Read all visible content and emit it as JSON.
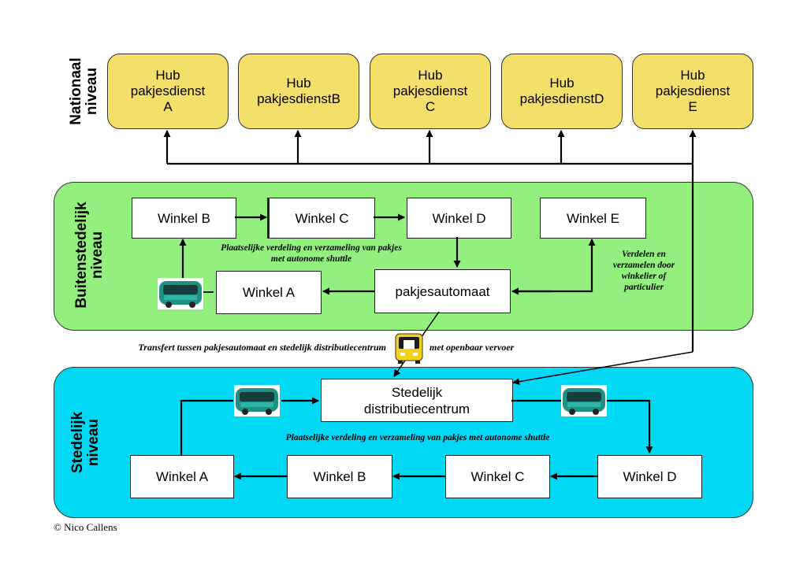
{
  "levels": {
    "national": [
      "Nationaal",
      "niveau"
    ],
    "outer": [
      "Buitenstedelijk",
      "niveau"
    ],
    "urban": [
      "Stedelijk",
      "niveau"
    ]
  },
  "colors": {
    "hub_fill": "#f3df6a",
    "outer_fill": "#93f07f",
    "urban_fill": "#00d8f4",
    "shuttle_body": "#1e9184",
    "bus_body": "#f4d21a"
  },
  "hubs": [
    [
      "Hub",
      "pakjesdienst",
      "A"
    ],
    [
      "Hub",
      "pakjesdienstB"
    ],
    [
      "Hub",
      "pakjesdienst",
      "C"
    ],
    [
      "Hub",
      "pakjesdienstD"
    ],
    [
      "Hub",
      "pakjesdienst",
      "E"
    ]
  ],
  "outer": {
    "winkel_b": "Winkel B",
    "winkel_c": "Winkel C",
    "winkel_d": "Winkel D",
    "winkel_e": "Winkel E",
    "winkel_a": "Winkel A",
    "pakjesautomaat": "pakjesautomaat",
    "note_shuttle": [
      "Plaatselijke verdeling en verzameling van pakjes",
      "met autonome shuttle"
    ],
    "note_winkelier": [
      "Verdelen en",
      "verzamelen door",
      "winkelier of",
      "particulier"
    ]
  },
  "transfer": {
    "left": "Transfert tussen pakjesautomaat en stedelijk distributiecentrum",
    "right": "met openbaar vervoer"
  },
  "urban": {
    "sdc": [
      "Stedelijk",
      "distributiecentrum"
    ],
    "winkel_a": "Winkel A",
    "winkel_b": "Winkel B",
    "winkel_c": "Winkel C",
    "winkel_d": "Winkel D",
    "note": "Plaatselijke verdeling en verzameling van pakjes met autonome shuttle"
  },
  "credit": "© Nico Callens"
}
